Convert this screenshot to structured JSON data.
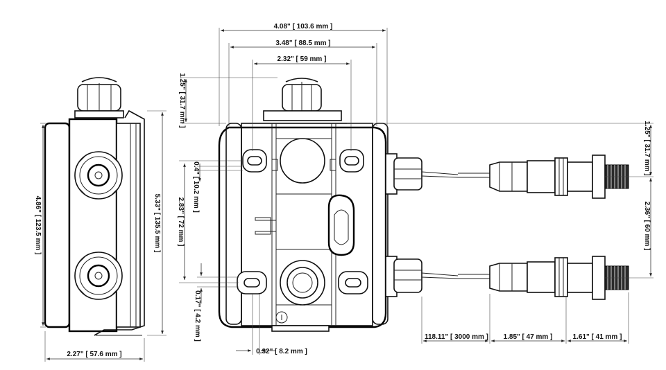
{
  "dimensions": {
    "overall_width": "4.08\" [ 103.6 mm ]",
    "mount_width": "3.48\" [ 88.5 mm ]",
    "inner_width": "2.32\" [ 59 mm ]",
    "top_gland_height": "1.25\" [ 31.7 mm ]",
    "right_top_offset": "1.25\" [ 31.7 mm ]",
    "slot_height": "0.4\" [ 10.2 mm ]",
    "hole_spacing": "2.83\" [ 72 mm ]",
    "bottom_offset": "0.17\" [ 4.2 mm ]",
    "bottom_slot_width": "0.32\" [ 8.2 mm ]",
    "side_height": "4.86\" [ 123.5 mm ]",
    "side_total_height": "5.33\" [ 135.5 mm ]",
    "side_depth": "2.27\" [ 57.6 mm ]",
    "cable_spacing": "2.36\" [ 60 mm ]",
    "cable_length": "118.11\" [ 3000 mm ]",
    "connector_length": "1.85\" [ 47 mm ]",
    "plug_length": "1.61\" [ 41 mm ]"
  },
  "colors": {
    "line": "#000000",
    "background": "#ffffff"
  }
}
